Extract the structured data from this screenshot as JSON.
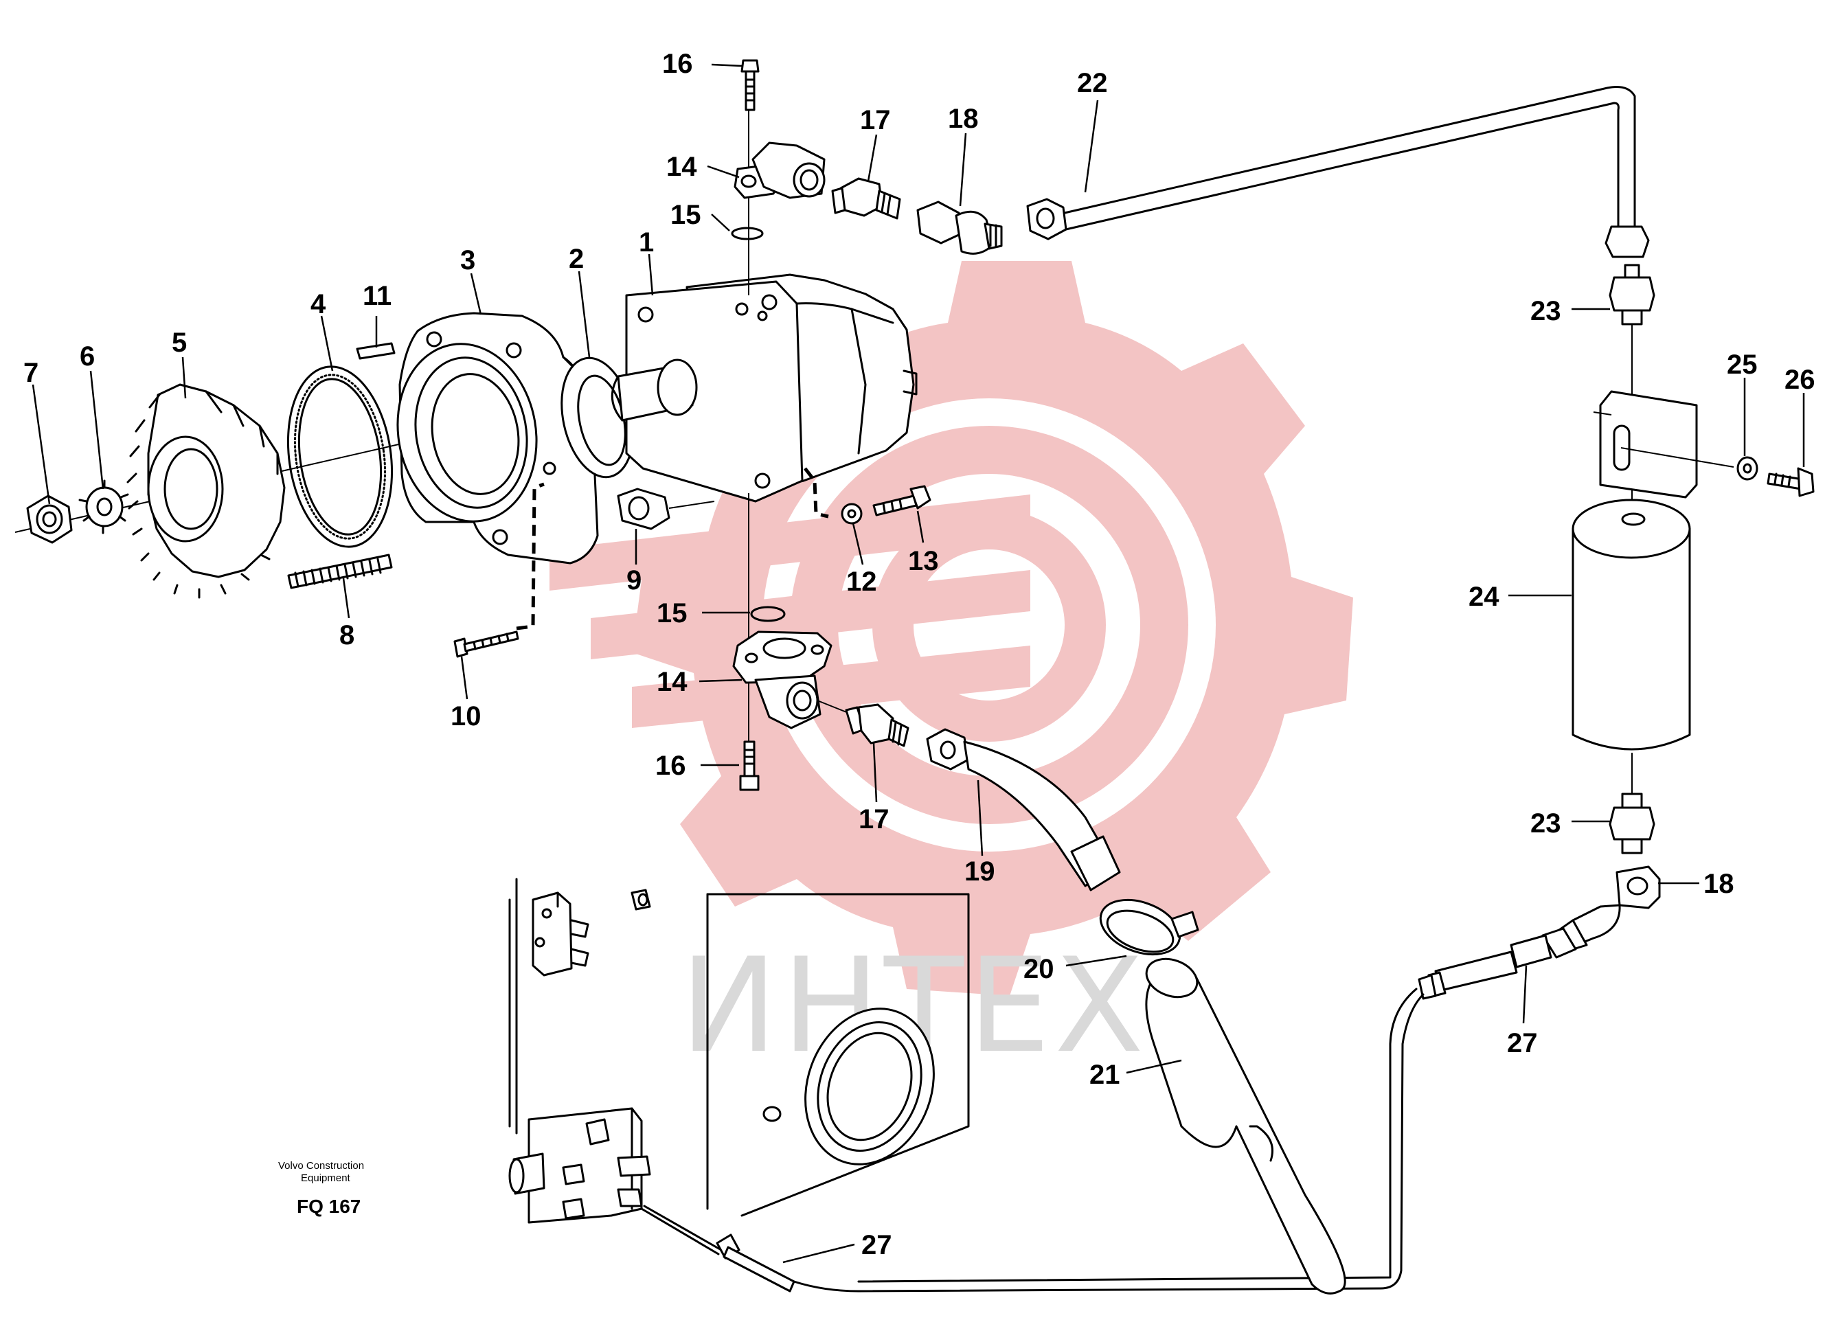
{
  "watermark": {
    "text": "ИНТЕХ",
    "gear_color": "#f3c4c4",
    "text_color": "#d9d9d9"
  },
  "caption": {
    "line1": "Volvo Construction",
    "line2": "Equipment",
    "code": "FQ 167"
  },
  "callouts": [
    {
      "id": "c1",
      "text": "1"
    },
    {
      "id": "c2",
      "text": "2"
    },
    {
      "id": "c3",
      "text": "3"
    },
    {
      "id": "c4",
      "text": "4"
    },
    {
      "id": "c5",
      "text": "5"
    },
    {
      "id": "c6",
      "text": "6"
    },
    {
      "id": "c7",
      "text": "7"
    },
    {
      "id": "c8",
      "text": "8"
    },
    {
      "id": "c9",
      "text": "9"
    },
    {
      "id": "c10",
      "text": "10"
    },
    {
      "id": "c11",
      "text": "11"
    },
    {
      "id": "c12",
      "text": "12"
    },
    {
      "id": "c13",
      "text": "13"
    },
    {
      "id": "c14a",
      "text": "14"
    },
    {
      "id": "c14b",
      "text": "14"
    },
    {
      "id": "c15a",
      "text": "15"
    },
    {
      "id": "c15b",
      "text": "15"
    },
    {
      "id": "c16a",
      "text": "16"
    },
    {
      "id": "c16b",
      "text": "16"
    },
    {
      "id": "c17a",
      "text": "17"
    },
    {
      "id": "c17b",
      "text": "17"
    },
    {
      "id": "c18a",
      "text": "18"
    },
    {
      "id": "c18b",
      "text": "18"
    },
    {
      "id": "c19",
      "text": "19"
    },
    {
      "id": "c20",
      "text": "20"
    },
    {
      "id": "c21",
      "text": "21"
    },
    {
      "id": "c22",
      "text": "22"
    },
    {
      "id": "c23a",
      "text": "23"
    },
    {
      "id": "c23b",
      "text": "23"
    },
    {
      "id": "c24",
      "text": "24"
    },
    {
      "id": "c25",
      "text": "25"
    },
    {
      "id": "c26",
      "text": "26"
    },
    {
      "id": "c27a",
      "text": "27"
    },
    {
      "id": "c27b",
      "text": "27"
    }
  ]
}
